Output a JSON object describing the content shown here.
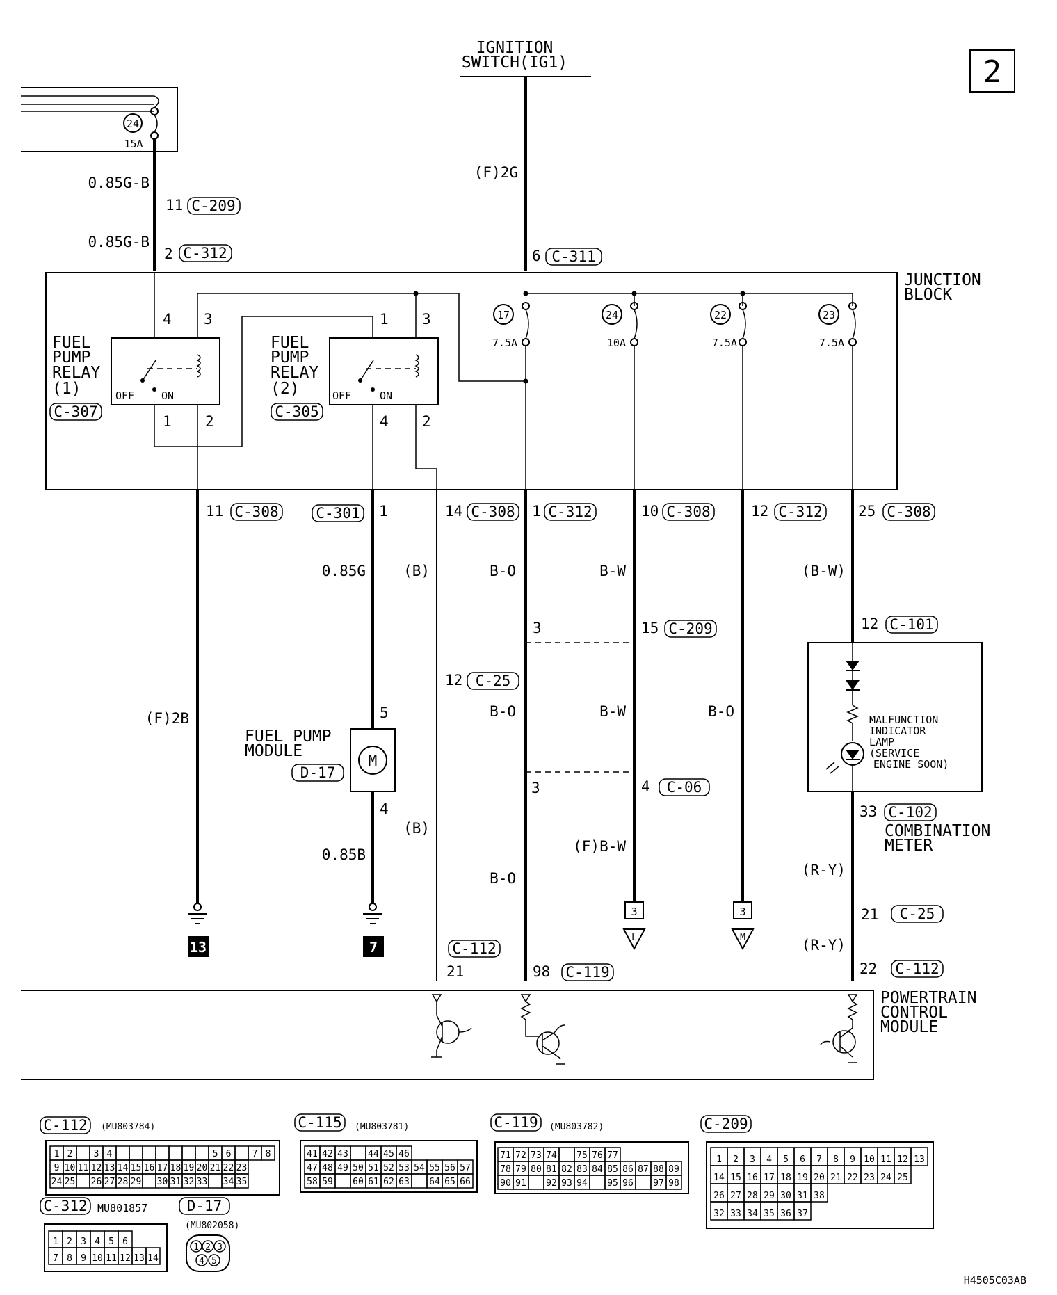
{
  "page_number": "2",
  "ignition": {
    "line1": "IGNITION",
    "line2": "SWITCH(IG1)",
    "wire": "(F)2G",
    "pin": "6",
    "connector": "C-311"
  },
  "top_fuse": {
    "num": "24",
    "rating": "15A",
    "wire1": "0.85G-B",
    "pin1": "11",
    "conn1": "C-209",
    "wire2": "0.85G-B",
    "pin2": "2",
    "conn2": "C-312"
  },
  "junction_block": {
    "line1": "JUNCTION",
    "line2": "BLOCK"
  },
  "relay1": {
    "l1": "FUEL",
    "l2": "PUMP",
    "l3": "RELAY",
    "l4": "(1)",
    "connector": "C-307",
    "p_top_left": "4",
    "p_top_right": "3",
    "p_bot_left": "1",
    "p_bot_right": "2",
    "off": "OFF",
    "on": "ON"
  },
  "relay2": {
    "l1": "FUEL",
    "l2": "PUMP",
    "l3": "RELAY",
    "l4": "(2)",
    "connector": "C-305",
    "p_top_left": "1",
    "p_top_right": "3",
    "p_bot_left": "4",
    "p_bot_right": "2",
    "off": "OFF",
    "on": "ON"
  },
  "fuses": [
    {
      "num": "17",
      "rating": "7.5A"
    },
    {
      "num": "24",
      "rating": "10A"
    },
    {
      "num": "22",
      "rating": "7.5A"
    },
    {
      "num": "23",
      "rating": "7.5A"
    }
  ],
  "jb_out": [
    {
      "pin": "11",
      "conn": "C-308"
    },
    {
      "conn": "C-301",
      "pin": "1"
    },
    {
      "pin": "14",
      "conn": "C-308"
    },
    {
      "pin": "1",
      "conn": "C-312"
    },
    {
      "pin": "10",
      "conn": "C-308"
    },
    {
      "pin": "12",
      "conn": "C-312"
    },
    {
      "pin": "25",
      "conn": "C-308"
    }
  ],
  "wires": {
    "w_f2b": "(F)2B",
    "w_085g": "0.85G",
    "w_b1": "(B)",
    "w_bo1": "B-O",
    "w_bw1": "B-W",
    "w_bw_par": "(B-W)",
    "w_bo2": "B-O",
    "w_bw2": "B-W",
    "w_bo3": "B-O",
    "w_085b": "0.85B",
    "w_b2": "(B)",
    "w_fbw": "(F)B-W",
    "w_bo4": "B-O",
    "w_ry1": "(R-Y)",
    "w_ry2": "(R-Y)"
  },
  "splices": {
    "s1_pin": "3",
    "s2_pin": "15",
    "s2_conn": "C-209",
    "s3_pin": "12",
    "s3_conn": "C-25",
    "s4_pin": "3",
    "s5_pin": "4",
    "s5_conn": "C-06"
  },
  "fuel_pump": {
    "l1": "FUEL PUMP",
    "l2": "MODULE",
    "connector": "D-17",
    "pin_top": "5",
    "pin_bot": "4",
    "motor": "M"
  },
  "meter": {
    "pin_in": "12",
    "conn_in": "C-101",
    "pin_out": "33",
    "conn_out": "C-102",
    "lamp_l1": "MALFUNCTION",
    "lamp_l2": "INDICATOR",
    "lamp_l3": "LAMP",
    "lamp_l4": "(SERVICE",
    "lamp_l5": "ENGINE SOON)",
    "name_l1": "COMBINATION",
    "name_l2": "METER",
    "pin_c25": "21",
    "conn_c25": "C-25",
    "pin_c112": "22",
    "conn_c112": "C-112"
  },
  "grounds": {
    "g13": "13",
    "g7": "7",
    "gL_box": "3",
    "gL": "L",
    "gM_box": "3",
    "gM": "M"
  },
  "pcm": {
    "l1": "POWERTRAIN",
    "l2": "CONTROL",
    "l3": "MODULE",
    "c112_conn": "C-112",
    "c112_pin": "21",
    "c119_pin": "98",
    "c119_conn": "C-119"
  },
  "connectors": {
    "c112": {
      "name": "C-112",
      "part": "(MU803784)"
    },
    "c115": {
      "name": "C-115",
      "part": "(MU803781)"
    },
    "c119": {
      "name": "C-119",
      "part": "(MU803782)"
    },
    "c209": {
      "name": "C-209"
    },
    "c312": {
      "name": "C-312",
      "part": "MU801857"
    },
    "d17": {
      "name": "D-17",
      "part": "(MU802058)"
    }
  },
  "grid_c112": [
    [
      "1",
      "2",
      "",
      "3",
      "4",
      "",
      "",
      "",
      "",
      "",
      "",
      "",
      "5",
      "6",
      "",
      "7",
      "8"
    ],
    [
      "9",
      "10",
      "11",
      "12",
      "13",
      "14",
      "15",
      "16",
      "17",
      "18",
      "19",
      "20",
      "21",
      "22",
      "23"
    ],
    [
      "24",
      "25",
      "",
      "26",
      "27",
      "28",
      "29",
      "",
      "30",
      "31",
      "32",
      "33",
      "",
      "34",
      "35"
    ]
  ],
  "grid_c115": [
    [
      "41",
      "42",
      "43",
      "",
      "44",
      "45",
      "46"
    ],
    [
      "47",
      "48",
      "49",
      "50",
      "51",
      "52",
      "53",
      "54",
      "55",
      "56",
      "57"
    ],
    [
      "58",
      "59",
      "",
      "60",
      "61",
      "62",
      "63",
      "",
      "64",
      "65",
      "66"
    ]
  ],
  "grid_c119": [
    [
      "71",
      "72",
      "73",
      "74",
      "",
      "75",
      "76",
      "77"
    ],
    [
      "78",
      "79",
      "80",
      "81",
      "82",
      "83",
      "84",
      "85",
      "86",
      "87",
      "88",
      "89"
    ],
    [
      "90",
      "91",
      "",
      "92",
      "93",
      "94",
      "",
      "95",
      "96",
      "",
      "97",
      "98"
    ]
  ],
  "grid_c209": [
    [
      "1",
      "2",
      "3",
      "4",
      "5",
      "6",
      "7",
      "8",
      "9",
      "10",
      "11",
      "12",
      "13"
    ],
    [
      "14",
      "15",
      "16",
      "17",
      "18",
      "19",
      "20",
      "21",
      "22",
      "23",
      "24",
      "25"
    ],
    [
      "26",
      "27",
      "28",
      "29",
      "30",
      "31",
      "38"
    ],
    [
      "32",
      "33",
      "34",
      "35",
      "36",
      "37"
    ]
  ],
  "grid_c312": [
    [
      "1",
      "2",
      "3",
      "4",
      "5",
      "6"
    ],
    [
      "7",
      "8",
      "9",
      "10",
      "11",
      "12",
      "13",
      "14"
    ]
  ],
  "grid_d17": [
    "1",
    "2",
    "3",
    "4",
    "5"
  ],
  "figure_id": "H4505C03AB"
}
